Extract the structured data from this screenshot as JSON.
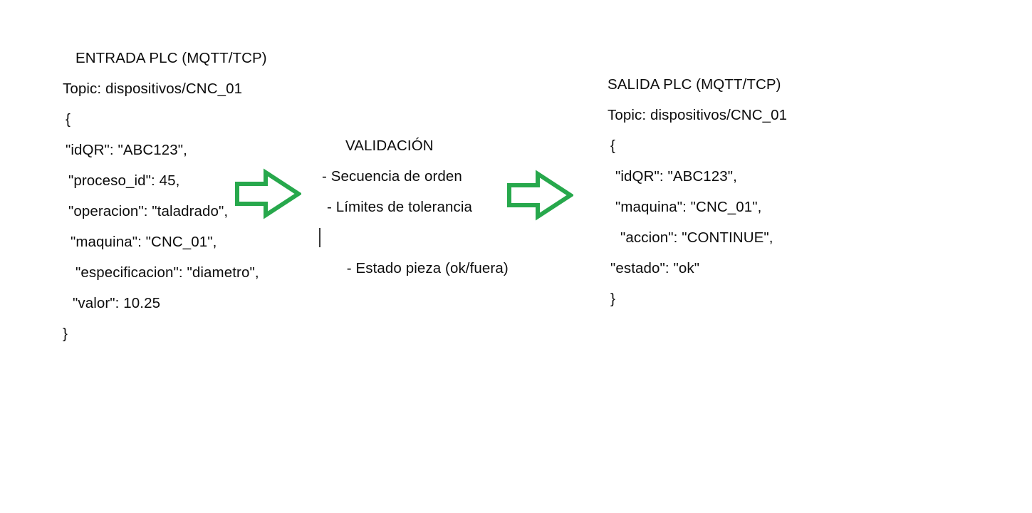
{
  "colors": {
    "background": "#ffffff",
    "text": "#0d0d0d",
    "arrow_stroke": "#27a84c",
    "arrow_fill": "#ffffff",
    "caret": "#3a3a3a"
  },
  "input_block": {
    "title": "ENTRADA PLC (MQTT/TCP)",
    "topic_line": "Topic: dispositivos/CNC_01",
    "payload_lines": [
      "{",
      "\"idQR\": \"ABC123\",",
      "\"proceso_id\": 45,",
      "\"operacion\": \"taladrado\",",
      "\"maquina\": \"CNC_01\",",
      "\"especificacion\": \"diametro\",",
      "\"valor\": 10.25",
      "}"
    ]
  },
  "validation_block": {
    "title": "VALIDACIÓN",
    "items": [
      "- Secuencia de orden",
      "- Límites de tolerancia",
      "- Estado pieza (ok/fuera)"
    ],
    "caret_visible": true
  },
  "output_block": {
    "title": "SALIDA PLC (MQTT/TCP)",
    "topic_line": "Topic: dispositivos/CNC_01",
    "payload_lines": [
      "{",
      "\"idQR\": \"ABC123\",",
      "\"maquina\": \"CNC_01\",",
      "\"accion\": \"CONTINUE\",",
      "\"estado\": \"ok\"",
      "}"
    ]
  },
  "arrows": [
    {
      "name": "flow-arrow-input-to-validation",
      "direction": "right"
    },
    {
      "name": "flow-arrow-validation-to-output",
      "direction": "right"
    }
  ]
}
